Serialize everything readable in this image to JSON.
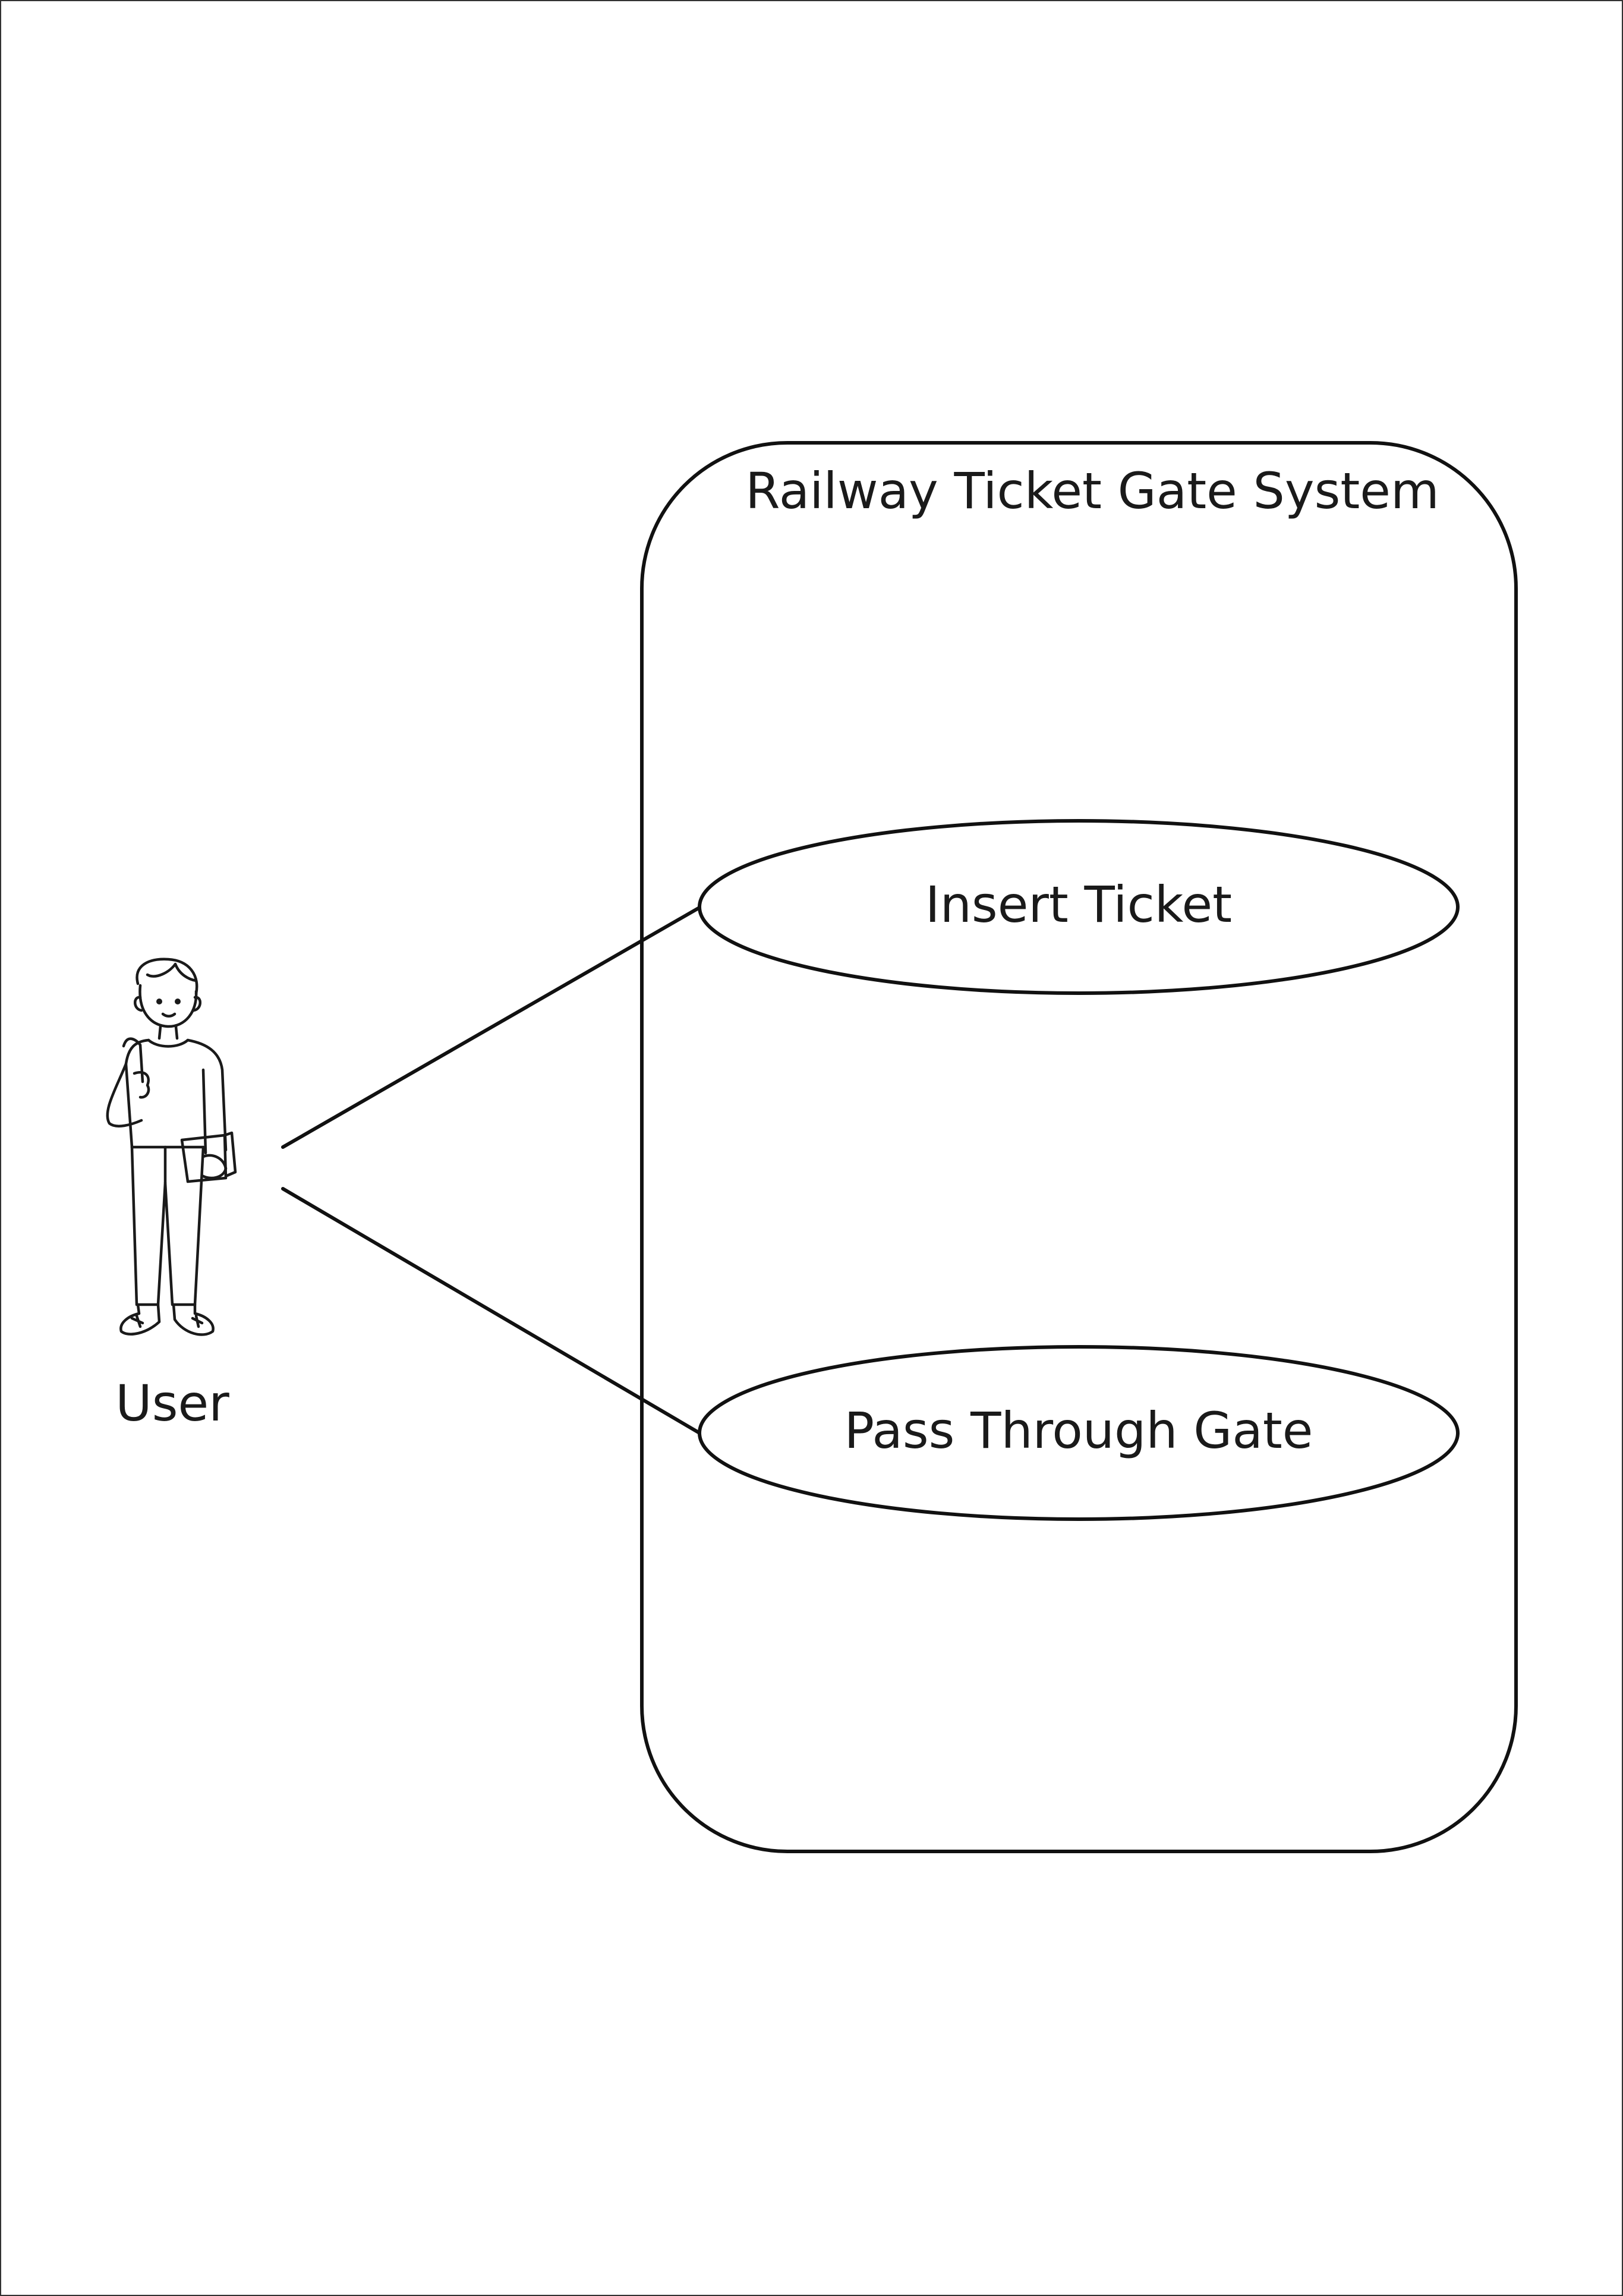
{
  "diagram": {
    "type": "use-case",
    "system": {
      "title": "Railway Ticket Gate System"
    },
    "actor": {
      "label": "User",
      "icon": "person-holding-ticket-icon"
    },
    "use_cases": [
      {
        "label": "Insert Ticket"
      },
      {
        "label": "Pass Through Gate"
      }
    ],
    "associations": [
      {
        "from": "User",
        "to": "Insert Ticket"
      },
      {
        "from": "User",
        "to": "Pass Through Gate"
      }
    ],
    "colors": {
      "line": "#111111",
      "background": "#ffffff",
      "text": "#1a1a1a"
    }
  }
}
